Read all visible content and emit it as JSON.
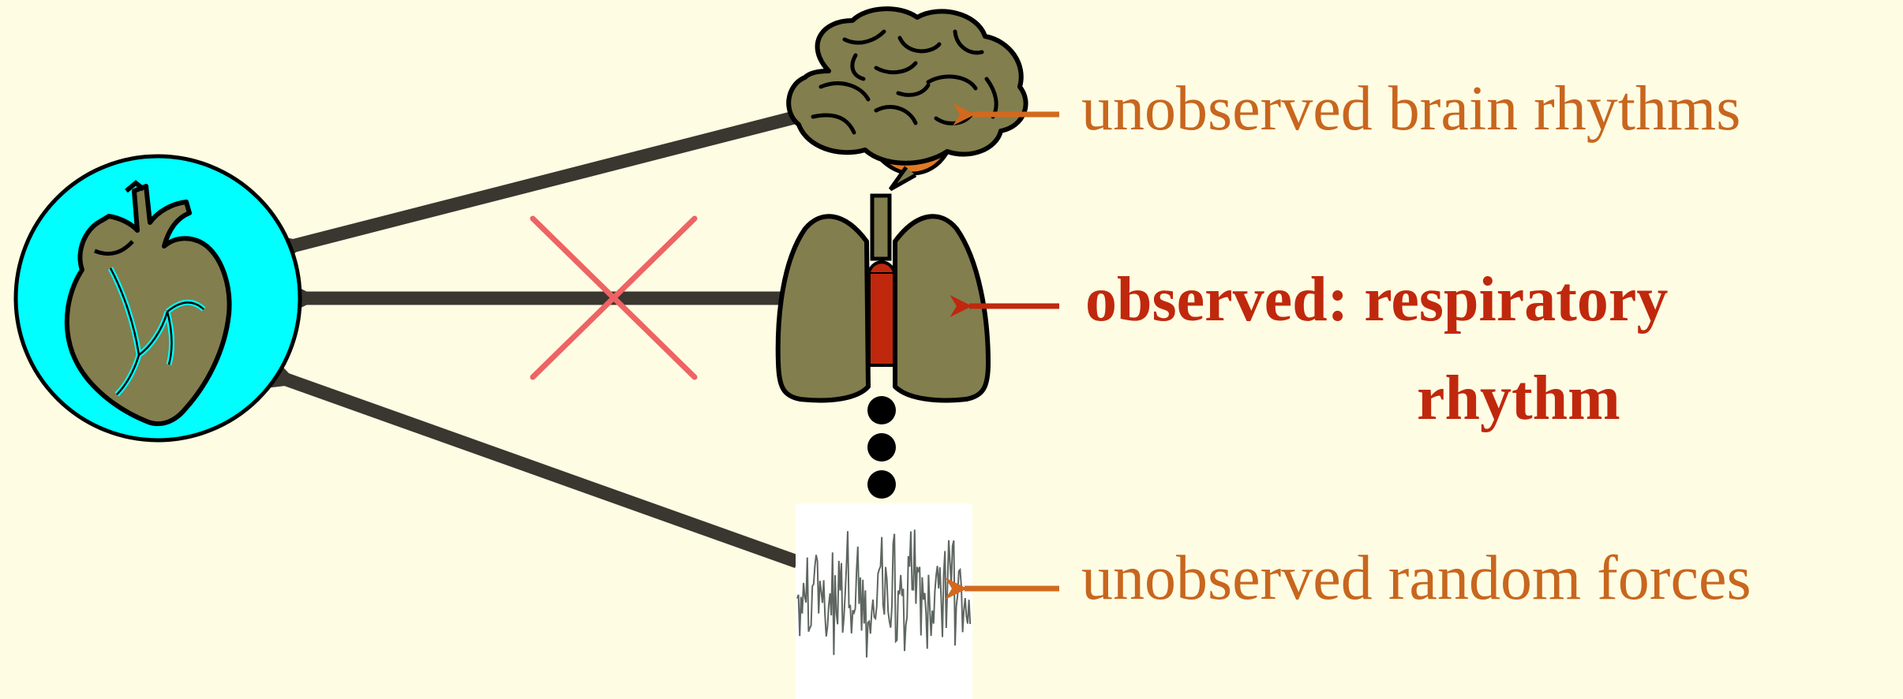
{
  "labels": {
    "brain": "unobserved brain rhythms",
    "respiration_line1": "observed: respiratory",
    "respiration_line2": "rhythm",
    "noise": "unobserved random forces"
  },
  "icons": {
    "heart": "heart-icon",
    "brain": "brain-icon",
    "lungs": "lungs-icon",
    "noise": "noise-signal-icon",
    "cross": "cross-mark"
  },
  "colors": {
    "background": "#FEFDE3",
    "organ_fill": "#827E4E",
    "heart_circle": "#00FFFF",
    "arrow": "#3A3630",
    "label_orange": "#C8661E",
    "label_red": "#C0280D",
    "cross": "#EE6363",
    "trachea": "#C0280D"
  }
}
